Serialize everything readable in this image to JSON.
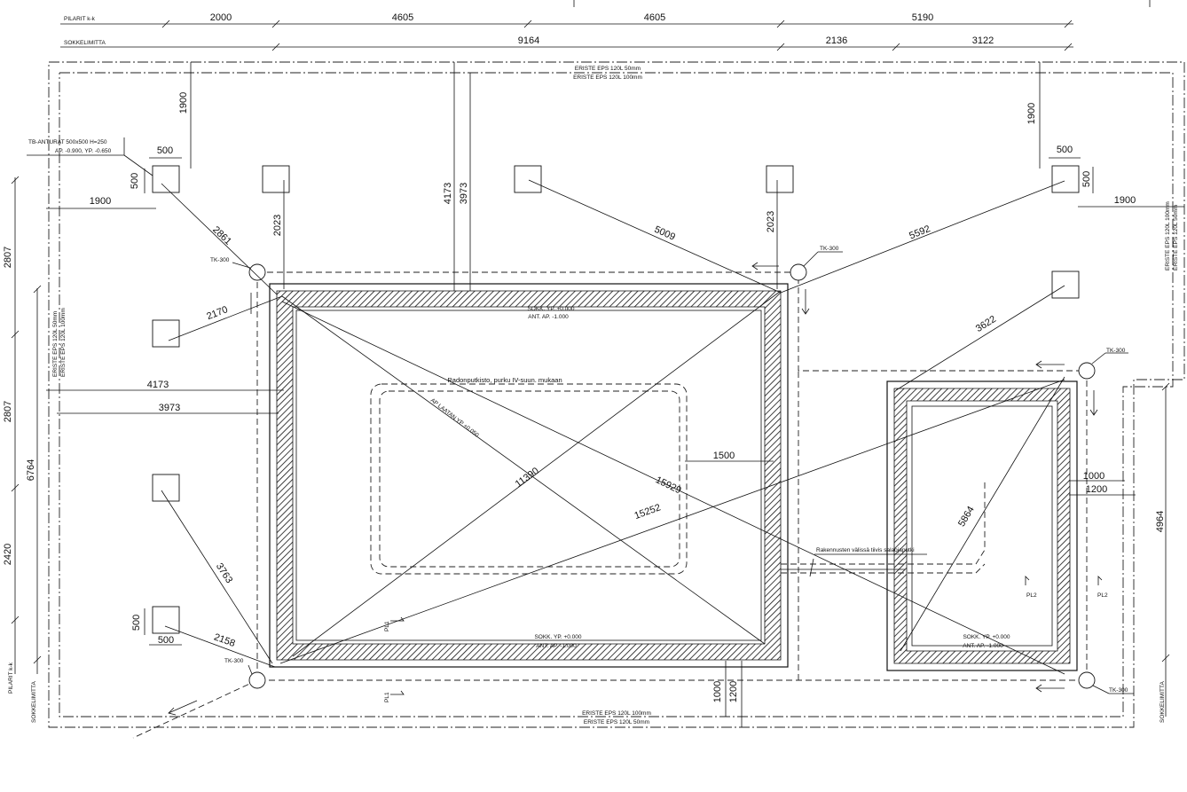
{
  "dimensions": {
    "pilarit_label": "PILARIT k-k",
    "sokkeli_label": "SOKKELIMITTA",
    "pilarit_values": [
      "2000",
      "4605",
      "4605",
      "5190"
    ],
    "sokkeli_values": [
      "9164",
      "2136",
      "3122"
    ],
    "left_pilarit": [
      "2807",
      "2807",
      "2420"
    ],
    "left_sokkeli": "6764",
    "right_sokkeli": "4964",
    "misc": {
      "d1900_a": "1900",
      "d1900_b": "1900",
      "d1900_c": "1900",
      "d1900_d": "1900",
      "d500_a": "500",
      "d500_b": "500",
      "d500_c": "500",
      "d500_d": "500",
      "d500_e": "500",
      "d500_f": "500",
      "d2861": "2861",
      "d2023_a": "2023",
      "d2023_b": "2023",
      "d4173_a": "4173",
      "d3973_a": "3973",
      "d4173_b": "4173",
      "d3973_b": "3973",
      "d5009": "5009",
      "d5592": "5592",
      "d2170": "2170",
      "d3622": "3622",
      "d1500": "1500",
      "d11390": "11390",
      "d15929": "15929",
      "d15252": "15252",
      "d5864": "5864",
      "d3763": "3763",
      "d2158": "2158",
      "d1000_a": "1000",
      "d1200_a": "1200",
      "d1000_b": "1000",
      "d1200_b": "1200"
    }
  },
  "annotations": {
    "tb_anturat_1": "TB-ANTURAT 500x500 H=250",
    "tb_anturat_2": "AP. -0.900, YP. -0.650",
    "eriste_top_1": "ERISTE EPS 120L 50mm",
    "eriste_top_2": "ERISTE EPS 120L 100mm",
    "eriste_bottom_1": "ERISTE EPS 120L 100mm",
    "eriste_bottom_2": "ERISTE EPS 120L 50mm",
    "eriste_left_1": "ERISTE EPS 120L 50mm",
    "eriste_left_2": "ERISTE EPS 120L 100mm",
    "eriste_right_1": "ERISTE EPS 120L 100mm",
    "eriste_right_2": "ERISTE EPS 120L 50mm",
    "tk300": "TK-300",
    "sokk_yp": "SOKK. YP. +0.000",
    "ant_ap": "ANT. AP. -1.000",
    "radon": "Radonputkisto, purku IV-suun. mukaan",
    "ap_laatan": "AP LAATAN YP +0.050",
    "rakennusten": "Rakennusten välissä tiivis salaojaputki",
    "pl1": "PL1",
    "pl2": "PL2"
  }
}
